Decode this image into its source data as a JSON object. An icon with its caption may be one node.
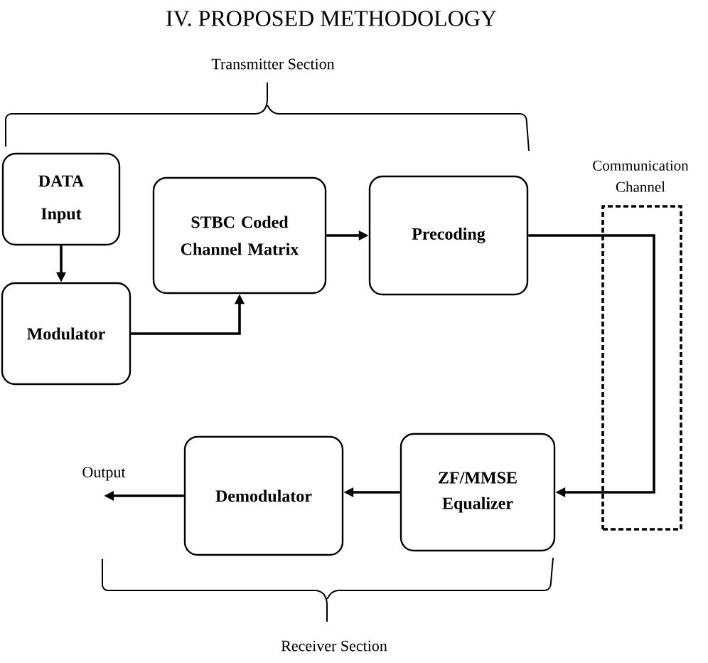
{
  "diagram": {
    "title": "IV. PROPOSED METHODOLOGY",
    "nodes": [
      {
        "text": [
          "DATA Input"
        ]
      },
      {
        "text": [
          "STBC Coded Channel Matrix"
        ]
      },
      {
        "text": [
          "Precoding"
        ]
      },
      {
        "text": [
          "Communication Channel"
        ]
      },
      {
        "text": [
          "Modulator"
        ]
      },
      {
        "text": [
          "Output"
        ]
      },
      {
        "text": [
          "Demodulator"
        ]
      },
      {
        "text": [
          "ZF/MMSE Equalizer"
        ]
      }
    ],
    "edges": [
      {
        "from": 0,
        "to": 4,
        "arrow": "to"
      },
      {
        "from": 4,
        "to": 1,
        "arrow": "to"
      },
      {
        "from": 1,
        "to": 2,
        "arrow": "to"
      },
      {
        "from": 2,
        "to": 3,
        "arrow": "none"
      },
      {
        "from": 3,
        "to": 7,
        "arrow": "to"
      },
      {
        "from": 7,
        "to": 6,
        "arrow": "to"
      },
      {
        "from": 6,
        "to": 5,
        "arrow": "to"
      }
    ],
    "labels": [
      "Transmitter Section",
      "Receiver Section"
    ]
  }
}
